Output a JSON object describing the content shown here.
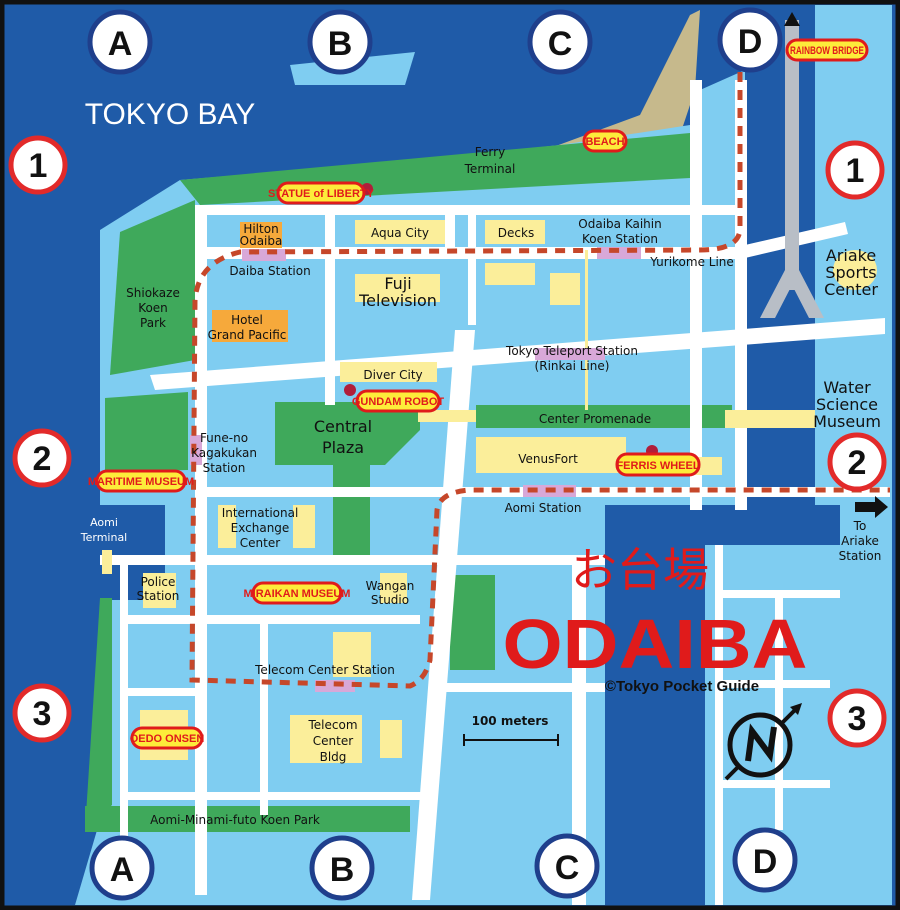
{
  "colors": {
    "water": "#1f5ba8",
    "land": "#7fcdf1",
    "park": "#3fa95b",
    "building": "#fbee9a",
    "hotel": "#f6a93b",
    "station": "#d8a8d8",
    "route": "#c6472a",
    "bridge": "#b8bec6",
    "beach": "#c6b98c",
    "accent_red": "#e01b1b"
  },
  "water_labels": {
    "tokyo_bay": "TOKYO BAY"
  },
  "grid": {
    "columns": [
      "A",
      "B",
      "C",
      "D"
    ],
    "rows": [
      "1",
      "2",
      "3"
    ]
  },
  "callouts": {
    "statue_of_liberty": "STATUE of LIBERTY",
    "beach": "BEACH",
    "rainbow_bridge": "RAINBOW BRIDGE",
    "gundam_robot": "GUNDAM ROBOT",
    "ferris_wheel": "FERRIS WHEEL",
    "maritime_museum": "MARITIME MUSEUM",
    "miraikan_museum": "MIRAIKAN MUSEUM",
    "oedo_onsen": "OEDO ONSEN"
  },
  "places": {
    "ferry_terminal": [
      "Ferry",
      "Terminal"
    ],
    "hilton": [
      "Hilton",
      "Odaiba"
    ],
    "aqua_city": "Aqua City",
    "decks": "Decks",
    "odaiba_kaihin": [
      "Odaiba Kaihin",
      "Koen Station"
    ],
    "yurikome_line": "Yurikome Line",
    "daiba_station": "Daiba Station",
    "fuji_tv": [
      "Fuji",
      "Television"
    ],
    "shiokaze": [
      "Shiokaze",
      "Koen",
      "Park"
    ],
    "hotel_grand_pacific": [
      "Hotel",
      "Grand Pacific"
    ],
    "ariake_sports": [
      "Ariake",
      "Sports",
      "Center"
    ],
    "tokyo_teleport": [
      "Tokyo Teleport Station",
      "(Rinkai Line)"
    ],
    "diver_city": "Diver City",
    "water_science": [
      "Water",
      "Science",
      "Museum"
    ],
    "center_promenade": "Center Promenade",
    "central_plaza": [
      "Central",
      "Plaza"
    ],
    "fune_no": [
      "Fune-no",
      "Kagakukan",
      "Station"
    ],
    "venusfort": "VenusFort",
    "aomi_station": "Aomi Station",
    "aomi_terminal": [
      "Aomi",
      "Terminal"
    ],
    "to_ariake": [
      "To",
      "Ariake",
      "Station"
    ],
    "intl_exchange": [
      "International",
      "Exchange",
      "Center"
    ],
    "police": [
      "Police",
      "Station"
    ],
    "wangan": [
      "Wangan",
      "Studio"
    ],
    "telecom_station": "Telecom Center Station",
    "telecom_bldg": [
      "Telecom",
      "Center",
      "Bldg"
    ],
    "aomi_minami": "Aomi-Minami-futo Koen Park"
  },
  "logo": {
    "japanese": "お台場",
    "title": "ODAIBA",
    "credit": "©Tokyo Pocket Guide"
  },
  "scale": {
    "label": "100 meters"
  },
  "icons": {
    "compass": "north-compass-icon",
    "arrow": "arrow-right-icon"
  }
}
